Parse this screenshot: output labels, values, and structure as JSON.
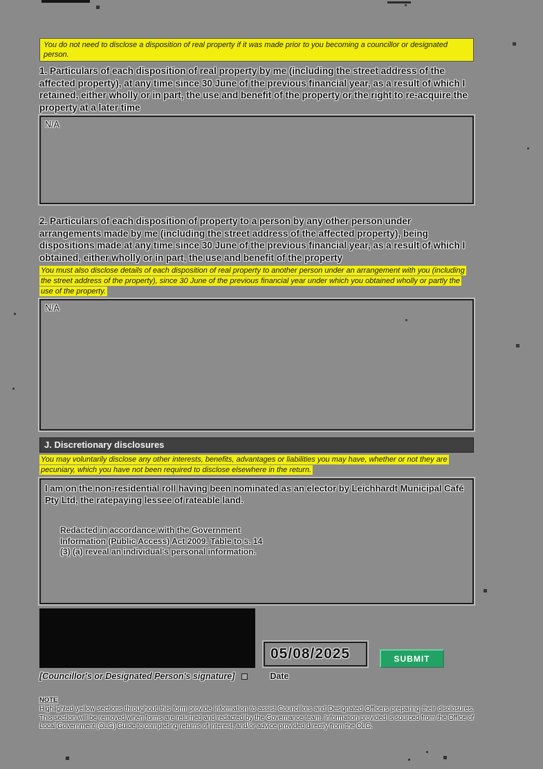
{
  "notices": {
    "top": "You do not need to disclose a disposition of real property if it was made prior to you becoming a councillor or designated person.",
    "section2": "You must also disclose details of each disposition of real property to another person under an arrangement with you (including the street address of the property), since 30 June of the previous financial year under which you obtained wholly or partly the use of the property.",
    "discretionary": "You may voluntarily disclose any other interests, benefits, advantages or liabilities you may have, whether or not they are pecuniary, which you have not been required to disclose elsewhere in the return."
  },
  "sections": {
    "disposition_retained": {
      "label": "1. Particulars of each disposition of real property by me (including the street address of the affected property), at any time since 30 June of the previous financial year, as a result of which I retained, either wholly or in part, the use and benefit of the property or the right to re-acquire the property at a later time",
      "value": "N/A"
    },
    "disposition_obtained": {
      "label": "2. Particulars of each disposition of property to a person by any other person under arrangements made by me (including the street address of the affected property), being dispositions made at any time since 30 June of the previous financial year, as a result of which I obtained, either wholly or in part, the use and benefit of the property",
      "value": "N/A"
    },
    "discretionary": {
      "heading": "J. Discretionary disclosures",
      "value": "I am on the non-residential roll having been nominated as an elector by Leichhardt Municipal Café Pty Ltd, the ratepaying lessee of rateable land.",
      "redaction_note": "Redacted in accordance with the Government Information (Public Access) Act 2009. Table to s. 14 (3) (a) reveal an individual's personal information."
    }
  },
  "signature": {
    "caption": "[Councillor's or Designated Person's signature]",
    "date_label": "Date",
    "date_value": "05/08/2025"
  },
  "submit_label": "SUBMIT",
  "note": {
    "title": "NOTE",
    "body": "Highlighted yellow sections throughout this form provide information to assist Councillors and Designated Officers preparing their disclosures. This section will be removed when forms are returned and redacted by the Governance team. Information provided is sourced from the Office of Local Government (OLG) Guide to completing returns of interest, and/or advice provided directly from the OLG."
  },
  "colors": {
    "highlight": "#f2ee0e",
    "submit_green": "#23a265",
    "section_bar": "#404040"
  }
}
